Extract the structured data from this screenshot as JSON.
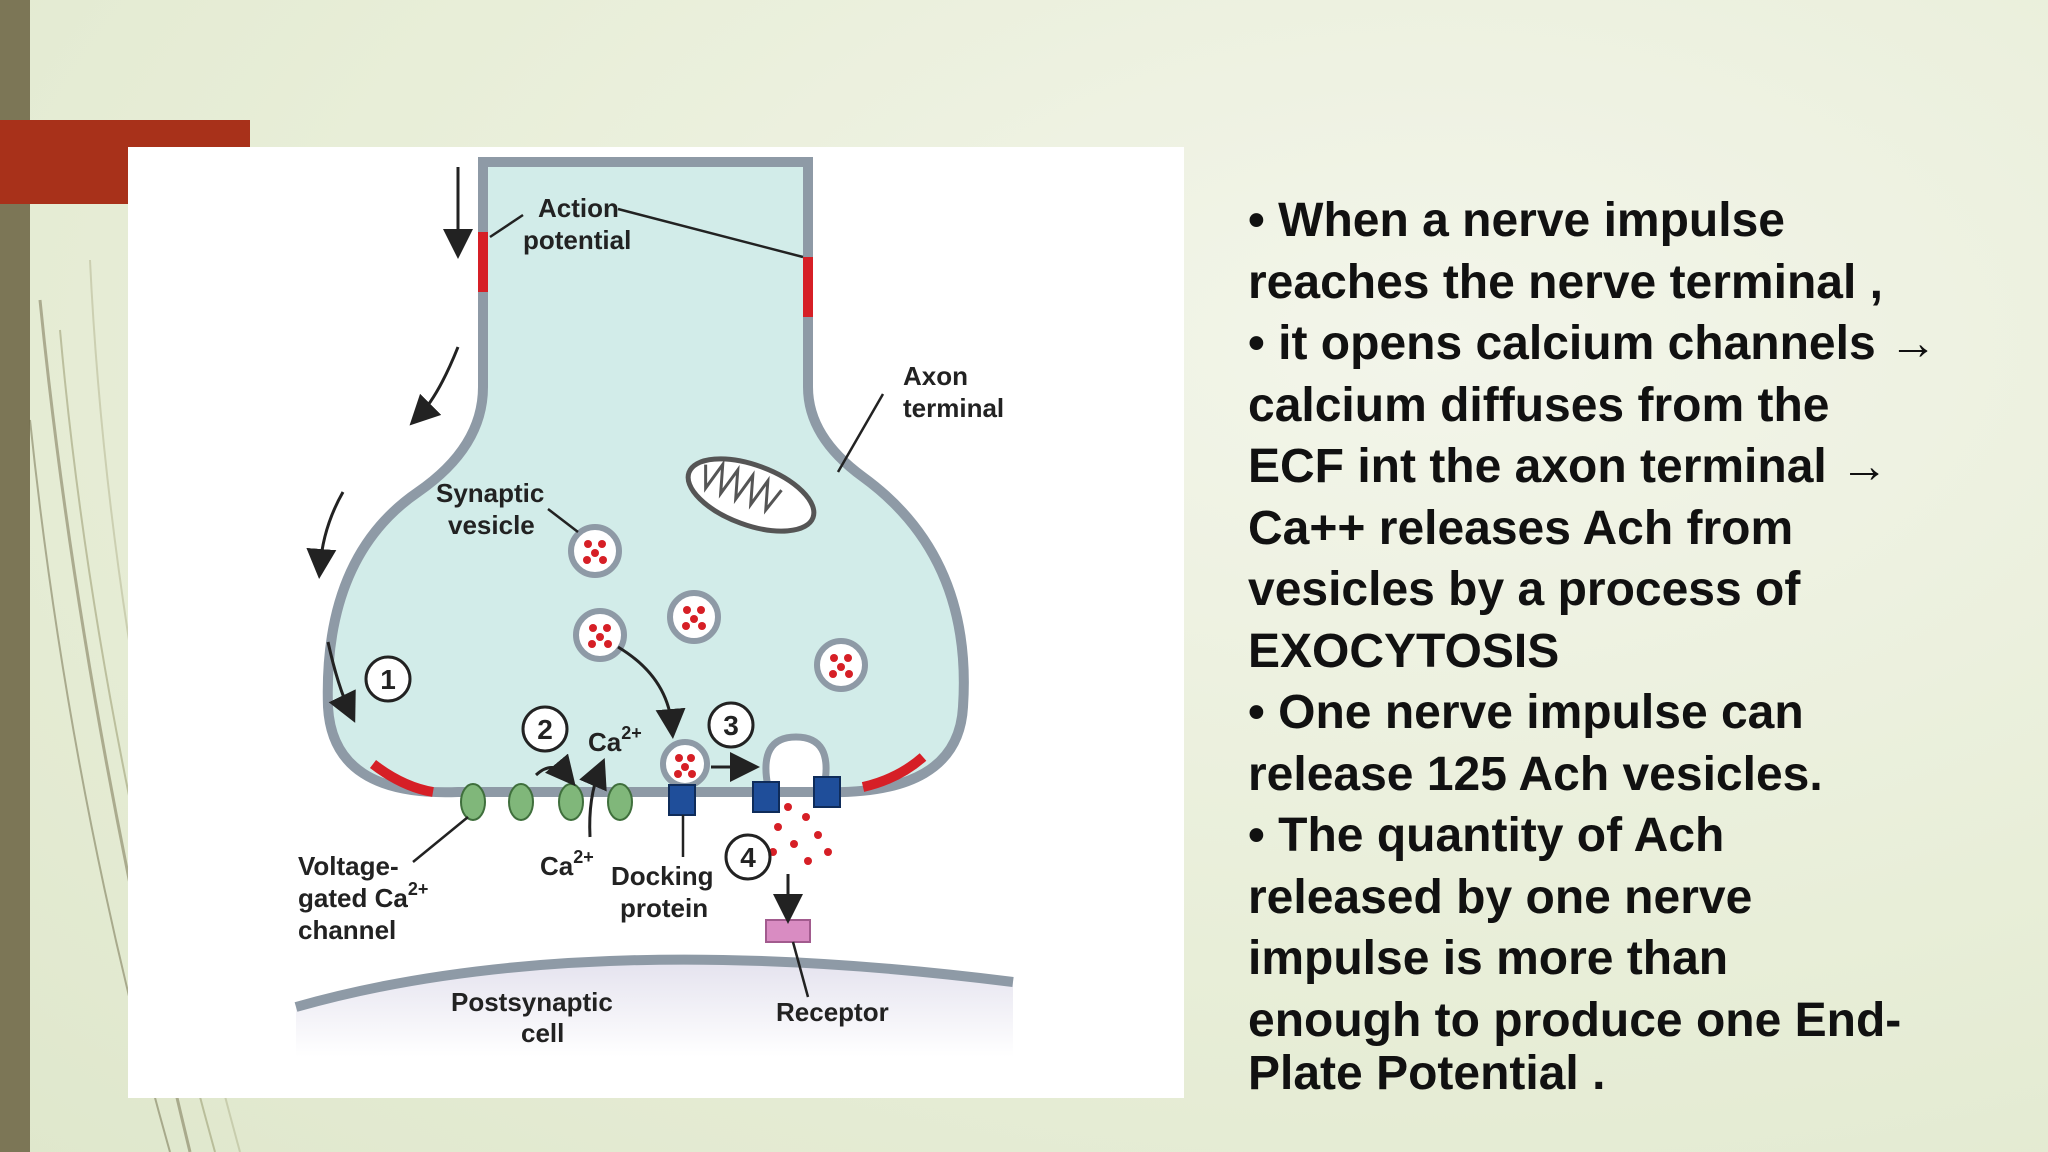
{
  "slide": {
    "colors": {
      "left_bar": "#7c7656",
      "accent_tab": "#a8311a",
      "background": "#e8eed8"
    },
    "diagram": {
      "labels": {
        "action_potential_1": "Action",
        "action_potential_2": "potential",
        "axon_terminal_1": "Axon",
        "axon_terminal_2": "terminal",
        "synaptic_vesicle_1": "Synaptic",
        "synaptic_vesicle_2": "vesicle",
        "voltage_gated_1": "Voltage-",
        "voltage_gated_2": "gated Ca",
        "voltage_gated_3": "channel",
        "ca_ion": "Ca",
        "ion_charge": "2+",
        "docking_protein_1": "Docking",
        "docking_protein_2": "protein",
        "postsynaptic_1": "Postsynaptic",
        "postsynaptic_2": "cell",
        "receptor": "Receptor"
      },
      "steps": [
        "1",
        "2",
        "3",
        "4"
      ]
    },
    "bullet_lines": [
      "• When a nerve impulse",
      "reaches the nerve terminal ,",
      "• it opens calcium channels →",
      "calcium diffuses from the",
      "ECF int the axon terminal →",
      "Ca++ releases Ach from",
      "vesicles by a process of",
      "EXOCYTOSIS",
      "• One nerve impulse can",
      "release 125 Ach vesicles.",
      "• The quantity of Ach",
      "released by one nerve",
      "impulse is more than",
      "enough to produce one End-",
      "Plate Potential ."
    ]
  }
}
